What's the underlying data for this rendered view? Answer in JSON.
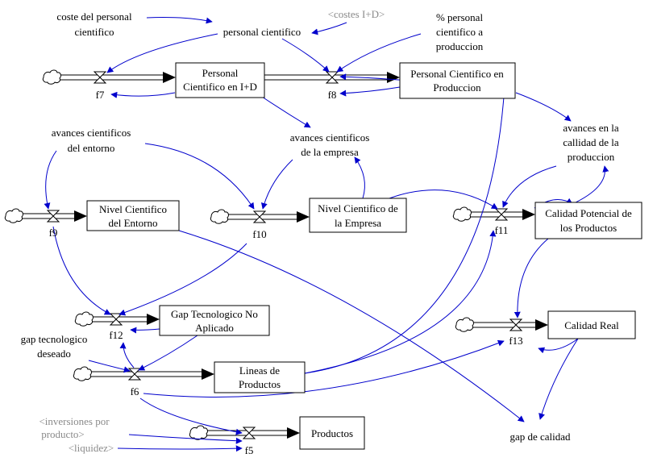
{
  "stocks": {
    "s_pid": [
      "Personal",
      "Cientifico en I+D"
    ],
    "s_pcp": [
      "Personal Cientifico en",
      "Produccion"
    ],
    "s_nce": [
      "Nivel Cientifico",
      "del Entorno"
    ],
    "s_nca": [
      "Nivel Cientifico de",
      "la Empresa"
    ],
    "s_cpp": [
      "Calidad Potencial de",
      "los Productos"
    ],
    "s_gap": [
      "Gap Tecnologico No",
      "Aplicado"
    ],
    "s_lin": [
      "Lineas de",
      "Productos"
    ],
    "s_cr": [
      "Calidad Real"
    ],
    "s_prod": [
      "Productos"
    ]
  },
  "flows": {
    "f7": "f7",
    "f8": "f8",
    "f9": "f9",
    "f10": "f10",
    "f11": "f11",
    "f12": "f12",
    "f13": "f13",
    "f6": "f6",
    "f5": "f5"
  },
  "auxiliaries": {
    "coste": [
      "coste del personal",
      "cientifico"
    ],
    "pc": [
      "personal cientifico"
    ],
    "costes": [
      "<costes I+D>"
    ],
    "pct": [
      "% personal",
      "cientifico a",
      "produccion"
    ],
    "ace": [
      "avances cientificos",
      "del entorno"
    ],
    "acem": [
      "avances cientificos",
      "de la empresa"
    ],
    "acp": [
      "avances en la",
      "callidad de la",
      "produccion"
    ],
    "gtd": [
      "gap tecnologico",
      "deseado"
    ],
    "gdc": [
      "gap de calidad"
    ],
    "inv": [
      "<inversiones por",
      "producto>"
    ],
    "liq": [
      "<liquidez>"
    ]
  },
  "colors": {
    "link": "#0000cc",
    "shadow_variable": "#8a8a8a",
    "stock_border": "#000000"
  }
}
